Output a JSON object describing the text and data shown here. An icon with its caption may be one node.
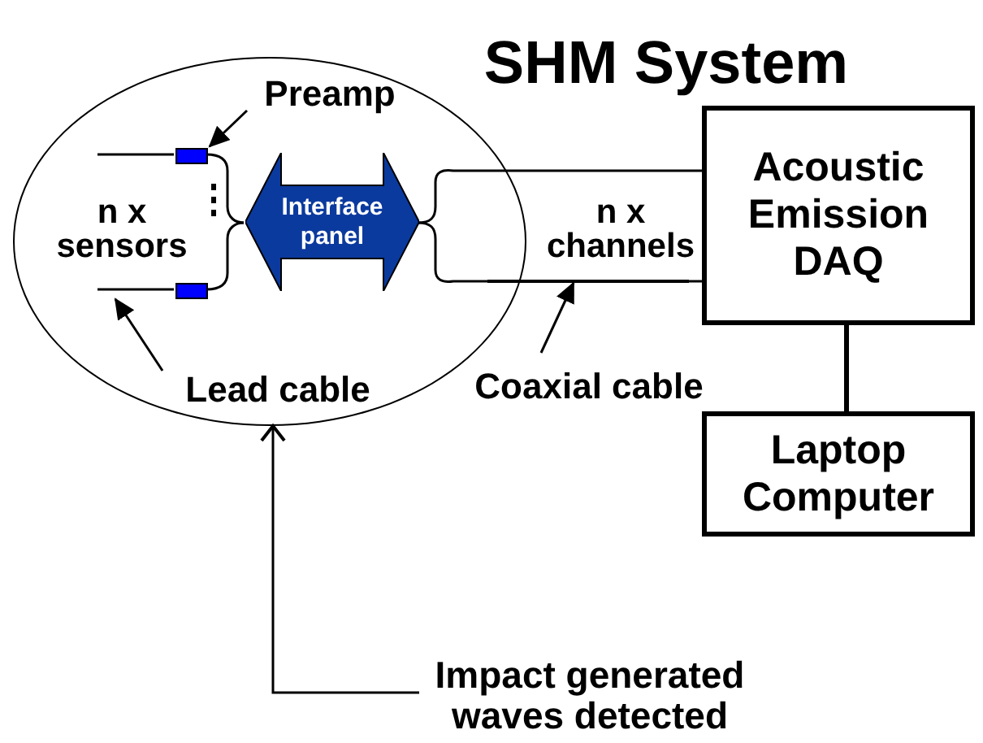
{
  "diagram": {
    "title": "SHM System",
    "nodes": [
      {
        "text": [],
        "shape": "ellipse"
      },
      {
        "text": [
          "Preamp"
        ],
        "in": 0
      },
      {
        "text": [],
        "shape": "box",
        "in": 0
      },
      {
        "text": [],
        "shape": "box",
        "in": 0
      },
      {
        "text": [
          "Interface panel"
        ],
        "in": 0
      },
      {
        "text": [
          "Lead cable"
        ],
        "in": 0
      },
      {
        "text": [
          "Acoustic Emission DAQ"
        ]
      },
      {
        "text": [
          "Coaxial cable"
        ]
      },
      {
        "text": [
          "Laptop Computer"
        ]
      },
      {
        "text": [
          "Impact generated waves detected"
        ]
      },
      {
        "text": [],
        "shape": "bar"
      }
    ],
    "edges": [
      {
        "from": 1,
        "to": 2,
        "arrow": "to"
      },
      {
        "from": null,
        "to": 2,
        "arrow": "none"
      },
      {
        "from": null,
        "to": 3,
        "arrow": "none"
      },
      {
        "from": 2,
        "to": 4,
        "arrow": "none"
      },
      {
        "from": 3,
        "to": 4,
        "arrow": "none"
      },
      {
        "from": 4,
        "to": 6,
        "arrow": "none"
      },
      {
        "from": 4,
        "to": 6,
        "arrow": "none"
      },
      {
        "from": 5,
        "to": null,
        "arrow": "to"
      },
      {
        "from": 7,
        "to": 10,
        "arrow": "to"
      },
      {
        "from": 6,
        "to": 8,
        "arrow": "none",
        "style": "thick"
      },
      {
        "from": 9,
        "to": 0,
        "arrow": "to"
      }
    ],
    "labels": [
      "n x sensors",
      "n x channels"
    ]
  }
}
